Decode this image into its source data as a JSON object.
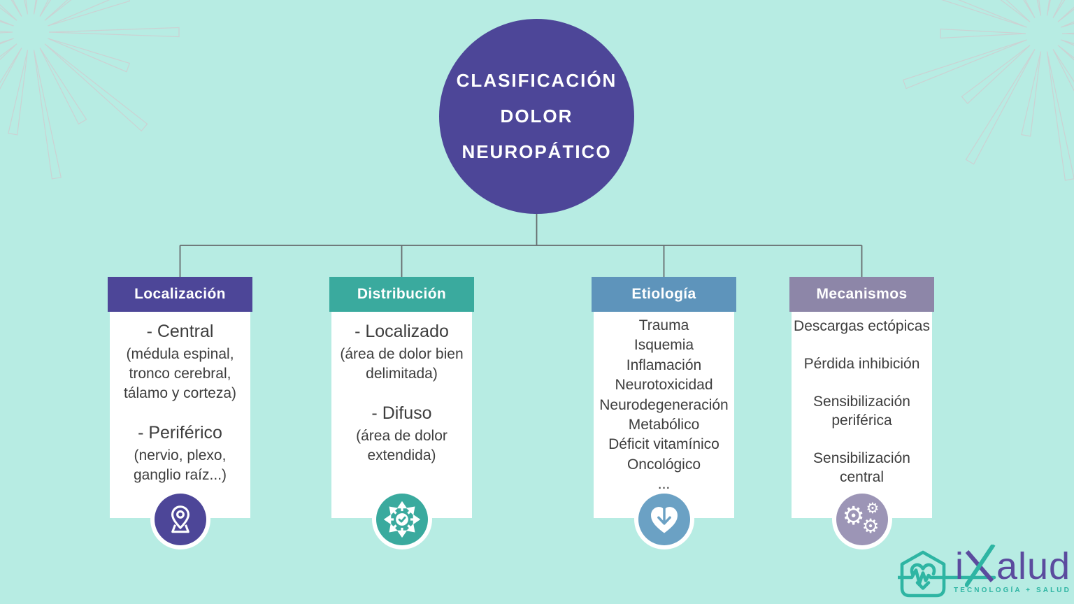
{
  "title_circle": {
    "lines": [
      "CLASIFICACIÓN",
      "DOLOR",
      "NEUROPÁTICO"
    ],
    "color": "#4d4698"
  },
  "columns": [
    {
      "header": "Localización",
      "header_color": "#4d4698",
      "icon": "map-pin-icon",
      "icon_color": "#4d4698",
      "groups": [
        {
          "title": "- Central",
          "sub": [
            "(médula espinal,",
            "tronco cerebral,",
            "tálamo y corteza)"
          ]
        },
        {
          "title": "- Periférico",
          "sub": [
            "(nervio, plexo,",
            "ganglio raíz...)"
          ]
        }
      ]
    },
    {
      "header": "Distribución",
      "header_color": "#3aaa9e",
      "icon": "expand-arrows-icon",
      "icon_color": "#3aaa9e",
      "groups": [
        {
          "title": "- Localizado",
          "sub": [
            "(área de dolor bien",
            "delimitada)"
          ]
        },
        {
          "title": "- Difuso",
          "sub": [
            "(área de dolor",
            "extendida)"
          ]
        }
      ]
    },
    {
      "header": "Etiología",
      "header_color": "#5e94bb",
      "icon": "heart-down-arrow-icon",
      "icon_color": "#6ba1c4",
      "list": [
        "Trauma",
        "Isquemia",
        "Inflamación",
        "Neurotoxicidad",
        "Neurodegeneración",
        "Metabólico",
        "Déficit vitamínico",
        "Oncológico",
        "..."
      ]
    },
    {
      "header": "Mecanismos",
      "header_color": "#8d86a8",
      "icon": "gears-icon",
      "icon_color": "#9c95b6",
      "entries": [
        [
          "Descargas ectópicas"
        ],
        [
          "Pérdida inhibición"
        ],
        [
          "Sensibilización",
          "periférica"
        ],
        [
          "Sensibilización",
          "central"
        ]
      ]
    }
  ],
  "logo": {
    "name": "ixalud",
    "name_prefix": "i",
    "name_suffix": "alud",
    "tagline": "TECNOLOGÍA + SALUD"
  },
  "colors": {
    "background": "#b7ece3",
    "purple": "#4d4698",
    "teal": "#3aaa9e",
    "blue": "#5e94bb",
    "muted_purple": "#8d86a8",
    "icon_blue": "#6ba1c4",
    "icon_muted_purple": "#9c95b6",
    "body_text": "#3d3d3d",
    "logo_purple": "#5b4b9e",
    "logo_teal": "#2eb5a3",
    "connector": "#666b6d",
    "starburst": "#d2c9cd"
  }
}
